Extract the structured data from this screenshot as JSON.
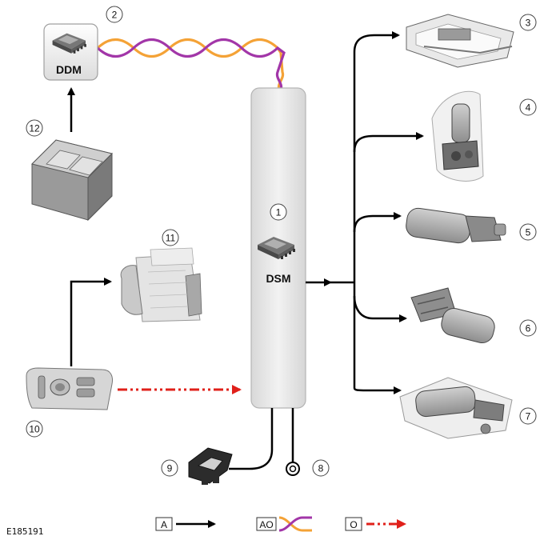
{
  "modules": {
    "dsm": {
      "label": "DSM",
      "callout": "1"
    },
    "ddm": {
      "label": "DDM",
      "callout": "2"
    }
  },
  "callouts": {
    "c3": "3",
    "c4": "4",
    "c5": "5",
    "c6": "6",
    "c7": "7",
    "c8": "8",
    "c9": "9",
    "c10": "10",
    "c11": "11",
    "c12": "12"
  },
  "key": {
    "a": "A",
    "ao": "AO",
    "o": "O"
  },
  "figure_ref": "E185191",
  "colors": {
    "hardwired": "#000000",
    "can_orange": "#f4a236",
    "can_purple": "#a236a8",
    "digital_red": "#e0201a",
    "module_fill": "#e6e6e6",
    "module_stroke": "#b8b8b8"
  },
  "icons": [
    "chip-icon",
    "connector-icon",
    "ground-eyelet-icon",
    "switch-pack-icon",
    "motor-icon"
  ]
}
